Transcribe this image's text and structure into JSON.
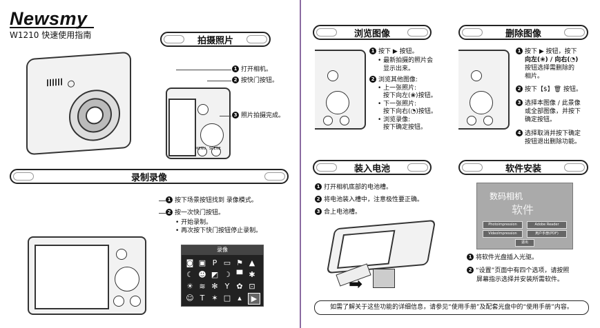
{
  "brand": {
    "logo": "Newsmy",
    "subtitle": "W1210 快速使用指南"
  },
  "sections": {
    "shoot": {
      "title": "拍摄照片",
      "steps": [
        "打开相机。",
        "按快门按钮。",
        "照片拍摄完成。"
      ]
    },
    "record": {
      "title": "录制录像",
      "steps": [
        "按下场景按钮找到 录像模式。",
        "按一次快门按钮。"
      ],
      "bullets": [
        "开始录制。",
        "再次按下快门按钮停止录制。"
      ],
      "menu_header": "录像"
    },
    "browse": {
      "title": "浏览图像",
      "step1": "按下 ▶ 按钮。",
      "step1_bullets": [
        "最新拍摄的照片会",
        "显示出来。"
      ],
      "step2": "浏览其他图像:",
      "step2_bullets": [
        "上一张照片:",
        "按下向左(❀)按钮。",
        "下一张照片:",
        "按下向右(◔)按钮。",
        "浏览录像:",
        "按下确定按钮。"
      ]
    },
    "delete": {
      "title": "删除图像",
      "step1": [
        "按下 ▶ 按钮，按下",
        "向左(❀) / 向右(◔)",
        "按钮选择需删除的",
        "相片。"
      ],
      "step2": "按下【$】🗑 按钮。",
      "step3": [
        "选择本图像 / 此景像",
        "或全部图像，并按下",
        "确定按钮。"
      ],
      "step4": [
        "选择取消并按下确定",
        "按钮退出删除功能。"
      ]
    },
    "battery": {
      "title": "装入电池",
      "steps": [
        "打开相机底部的电池槽。",
        "将电池装入槽中，注意极性要正确。",
        "合上电池槽。"
      ]
    },
    "software": {
      "title": "软件安装",
      "screen_title": "数码相机",
      "screen_sub": "软件",
      "buttons": [
        "Photoimpression",
        "Adobe Reader",
        "VideoImpression",
        "用户手册(PDF)",
        "退出"
      ],
      "steps": [
        "将软件光盘插入光驱。",
        "“设置”页面中有四个选项，请按照",
        "屏幕指示选择并安装所需软件。"
      ]
    }
  },
  "camera_labels": {
    "menu": "MENU",
    "scene": "SCENE"
  },
  "step_numbers": [
    "1",
    "2",
    "3",
    "4"
  ],
  "footer": "如需了解关于这些功能的详细信息，请参见“使用手册”及配套光盘中的“使用手册”内容。"
}
